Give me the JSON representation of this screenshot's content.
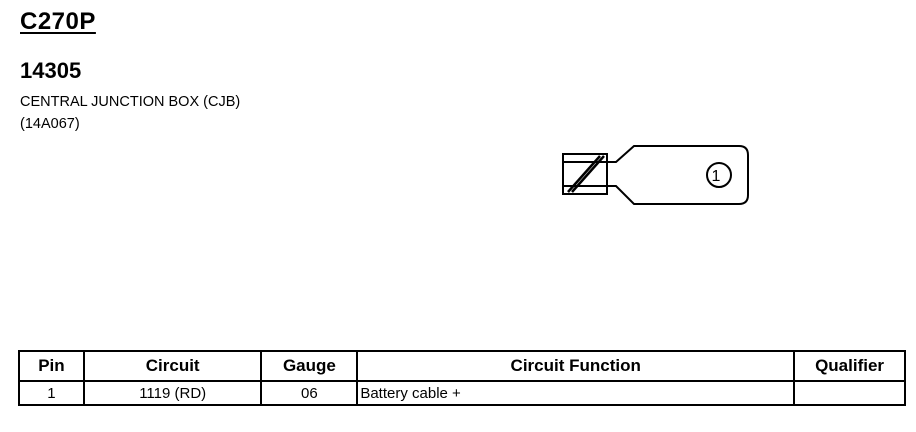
{
  "header": {
    "connector_id": "C270P",
    "part_number": "14305",
    "description": "CENTRAL JUNCTION BOX (CJB)",
    "sub_part": "(14A067)"
  },
  "diagram": {
    "pin_label": "1"
  },
  "table": {
    "columns": [
      "Pin",
      "Circuit",
      "Gauge",
      "Circuit Function",
      "Qualifier"
    ],
    "rows": [
      {
        "pin": "1",
        "circuit": "1119 (RD)",
        "gauge": "06",
        "function": "Battery cable +",
        "qualifier": ""
      }
    ]
  }
}
